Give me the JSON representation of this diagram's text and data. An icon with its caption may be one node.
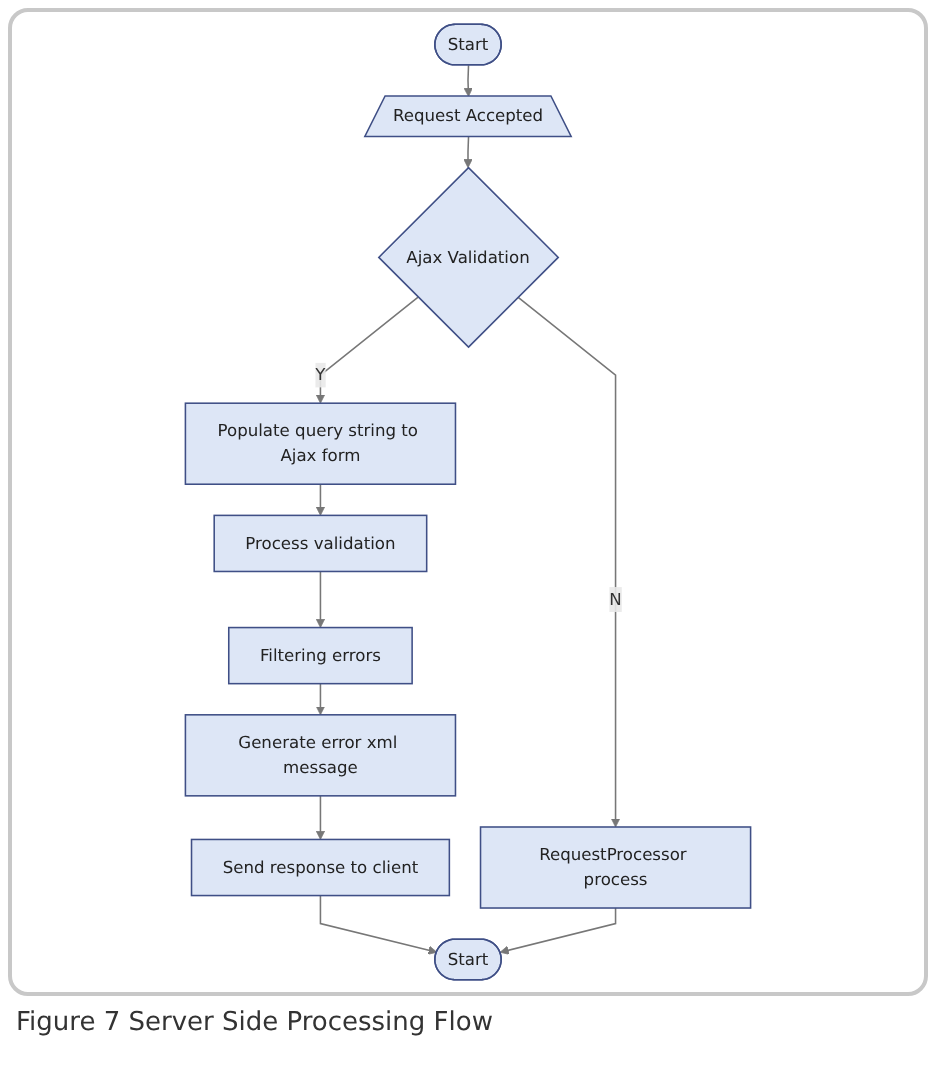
{
  "diagram": {
    "caption": "Figure 7 Server Side Processing Flow",
    "nodes": [
      {
        "text": [
          "Start"
        ]
      },
      {
        "text": [
          "Request Accepted"
        ]
      },
      {
        "text": [
          "Ajax Validation"
        ]
      },
      {
        "text": [
          "RequestProcessor process"
        ]
      },
      {
        "text": [
          "Populate query string to Ajax form"
        ]
      },
      {
        "text": [
          "Process validation"
        ]
      },
      {
        "text": [
          "Filtering errors"
        ]
      },
      {
        "text": [
          "Generate error xml message"
        ]
      },
      {
        "text": [
          "Send response to client"
        ]
      },
      {
        "text": [
          "Start"
        ]
      }
    ],
    "edges": [
      {
        "from": 0,
        "to": 1,
        "arrow": "to"
      },
      {
        "from": 1,
        "to": 2,
        "arrow": "to"
      },
      {
        "from": 2,
        "to": 3,
        "arrow": "to",
        "label": "N"
      },
      {
        "from": 2,
        "to": 4,
        "arrow": "to",
        "label": "Y"
      },
      {
        "from": 4,
        "to": 5,
        "arrow": "to"
      },
      {
        "from": 5,
        "to": 6,
        "arrow": "to"
      },
      {
        "from": 6,
        "to": 7,
        "arrow": "to"
      },
      {
        "from": 7,
        "to": 8,
        "arrow": "to"
      },
      {
        "from": 8,
        "to": 9,
        "arrow": "to"
      },
      {
        "from": 3,
        "to": 9,
        "arrow": "to"
      }
    ]
  }
}
